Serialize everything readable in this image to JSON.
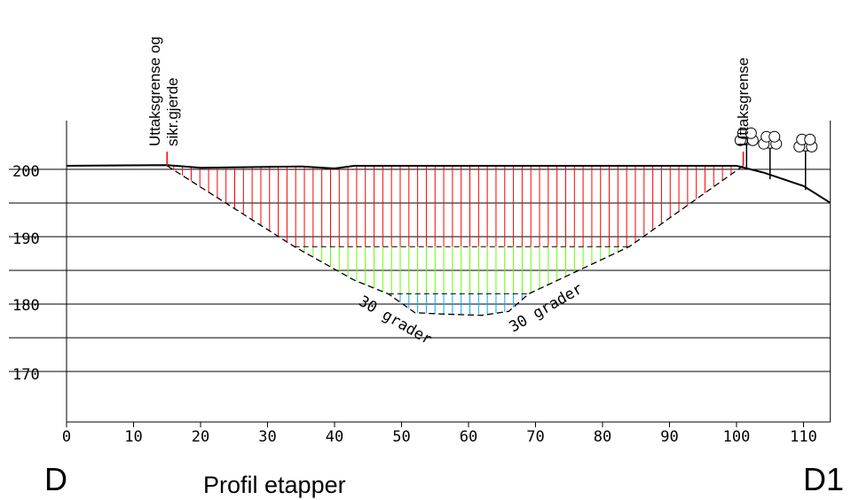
{
  "title": "Profil etapper",
  "start_marker": "D",
  "end_marker": "D1",
  "labels": {
    "left_boundary": [
      "Uttaksgrense og",
      "sikr.gjerde"
    ],
    "right_boundary": "Uttaksgrense",
    "slope_left": "30 grader",
    "slope_right": "30 grader"
  },
  "colors": {
    "stage_1": "#ff0000",
    "stage_2": "#66ff00",
    "stage_3": "#00aaff",
    "boundary_marker": "#ff0000",
    "grid": "#000000"
  },
  "chart_data": {
    "type": "area",
    "title": "Profil etapper",
    "x_ticks": [
      0,
      10,
      20,
      30,
      40,
      50,
      60,
      70,
      80,
      90,
      100,
      110
    ],
    "y_tick_labels": [
      200,
      190,
      180,
      170
    ],
    "xlim": [
      0,
      114
    ],
    "terrain": [
      {
        "x": 0,
        "y": 200
      },
      {
        "x": 15,
        "y": 200.1
      },
      {
        "x": 20,
        "y": 199.7
      },
      {
        "x": 35,
        "y": 199.9
      },
      {
        "x": 40,
        "y": 199.6
      },
      {
        "x": 43,
        "y": 200
      },
      {
        "x": 100,
        "y": 200
      },
      {
        "x": 104,
        "y": 199
      },
      {
        "x": 110,
        "y": 197
      },
      {
        "x": 114,
        "y": 194.5
      }
    ],
    "excavation_bottom": [
      {
        "x": 15,
        "y": 200
      },
      {
        "x": 34,
        "y": 188
      },
      {
        "x": 43,
        "y": 183
      },
      {
        "x": 48,
        "y": 181
      },
      {
        "x": 52,
        "y": 178.2
      },
      {
        "x": 56,
        "y": 178
      },
      {
        "x": 62,
        "y": 177.8
      },
      {
        "x": 66,
        "y": 178.4
      },
      {
        "x": 69,
        "y": 181
      },
      {
        "x": 84,
        "y": 188
      },
      {
        "x": 101,
        "y": 200
      }
    ],
    "stages": [
      {
        "name": "stage_1",
        "top": 200,
        "bottom": 188
      },
      {
        "name": "stage_2",
        "top": 188,
        "bottom": 181
      },
      {
        "name": "stage_3",
        "top": 181,
        "bottom": 178
      }
    ],
    "boundaries_x": [
      15,
      101
    ]
  }
}
